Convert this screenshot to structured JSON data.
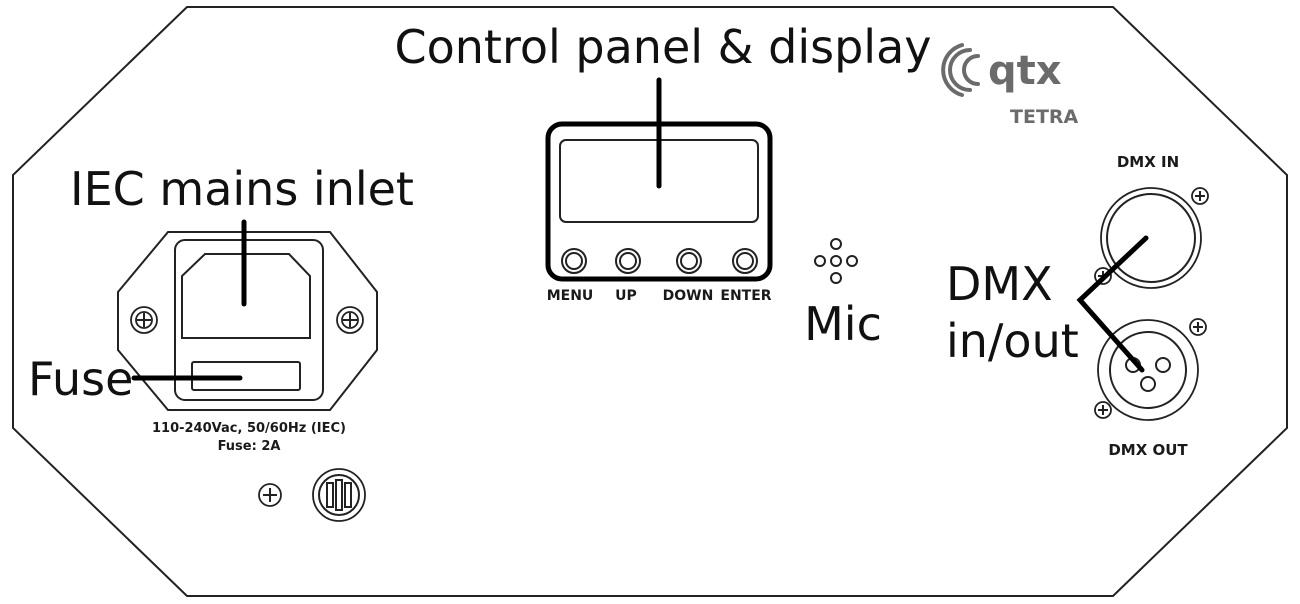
{
  "brand": {
    "logo_text": "qtx",
    "model": "TETRA"
  },
  "callouts": {
    "control_panel": "Control panel & display",
    "iec_inlet": "IEC mains inlet",
    "fuse": "Fuse",
    "mic": "Mic",
    "dmx_line1": "DMX",
    "dmx_line2": "in/out"
  },
  "panel": {
    "buttons": [
      "MENU",
      "UP",
      "DOWN",
      "ENTER"
    ]
  },
  "power_spec": {
    "line1": "110-240Vac, 50/60Hz (IEC)",
    "line2": "Fuse: 2A"
  },
  "dmx": {
    "in_label": "DMX IN",
    "out_label": "DMX OUT"
  },
  "colors": {
    "outline": "#222222",
    "brand_grey": "#6b6b6b",
    "leader": "#000000"
  }
}
